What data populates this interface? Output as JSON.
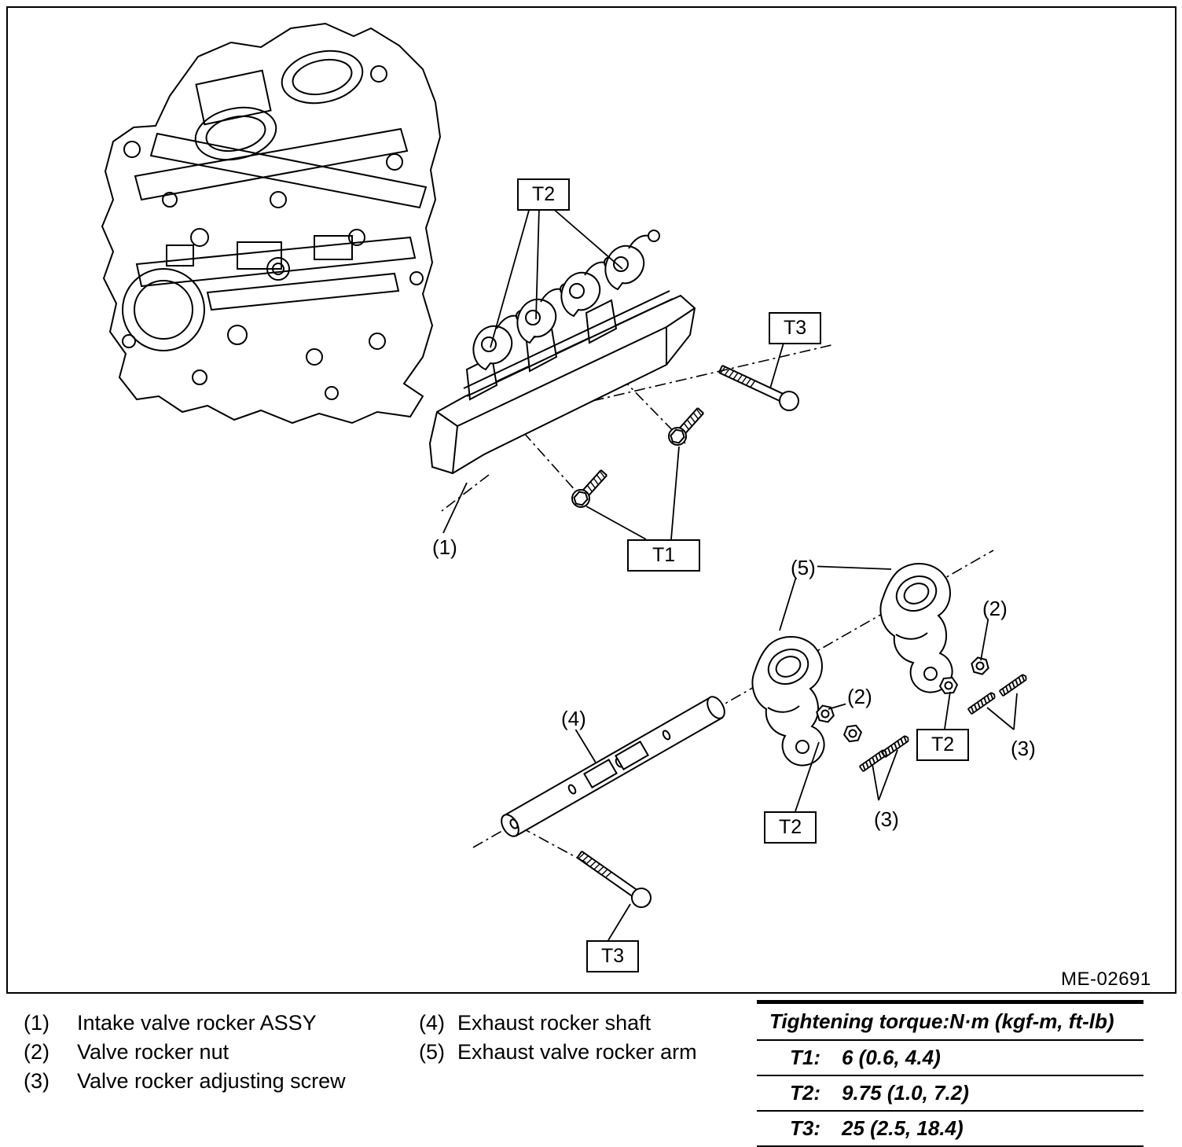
{
  "page": {
    "figure_code": "ME-02691"
  },
  "diagram": {
    "torque_labels": {
      "t1": "T1",
      "t2": "T2",
      "t3": "T3"
    },
    "callouts": {
      "c1": "(1)",
      "c2": "(2)",
      "c3": "(3)",
      "c4": "(4)",
      "c5": "(5)"
    }
  },
  "legend": {
    "items": [
      {
        "num": "(1)",
        "label": "Intake valve rocker ASSY"
      },
      {
        "num": "(2)",
        "label": "Valve rocker nut"
      },
      {
        "num": "(3)",
        "label": "Valve rocker adjusting screw"
      },
      {
        "num": "(4)",
        "label": "Exhaust rocker shaft"
      },
      {
        "num": "(5)",
        "label": "Exhaust valve rocker arm"
      }
    ]
  },
  "torque_table": {
    "title": "Tightening torque:N·m (kgf-m, ft-lb)",
    "rows": [
      {
        "key": "T1:",
        "value": "6 (0.6, 4.4)"
      },
      {
        "key": "T2:",
        "value": "9.75 (1.0, 7.2)"
      },
      {
        "key": "T3:",
        "value": "25 (2.5, 18.4)"
      }
    ]
  }
}
